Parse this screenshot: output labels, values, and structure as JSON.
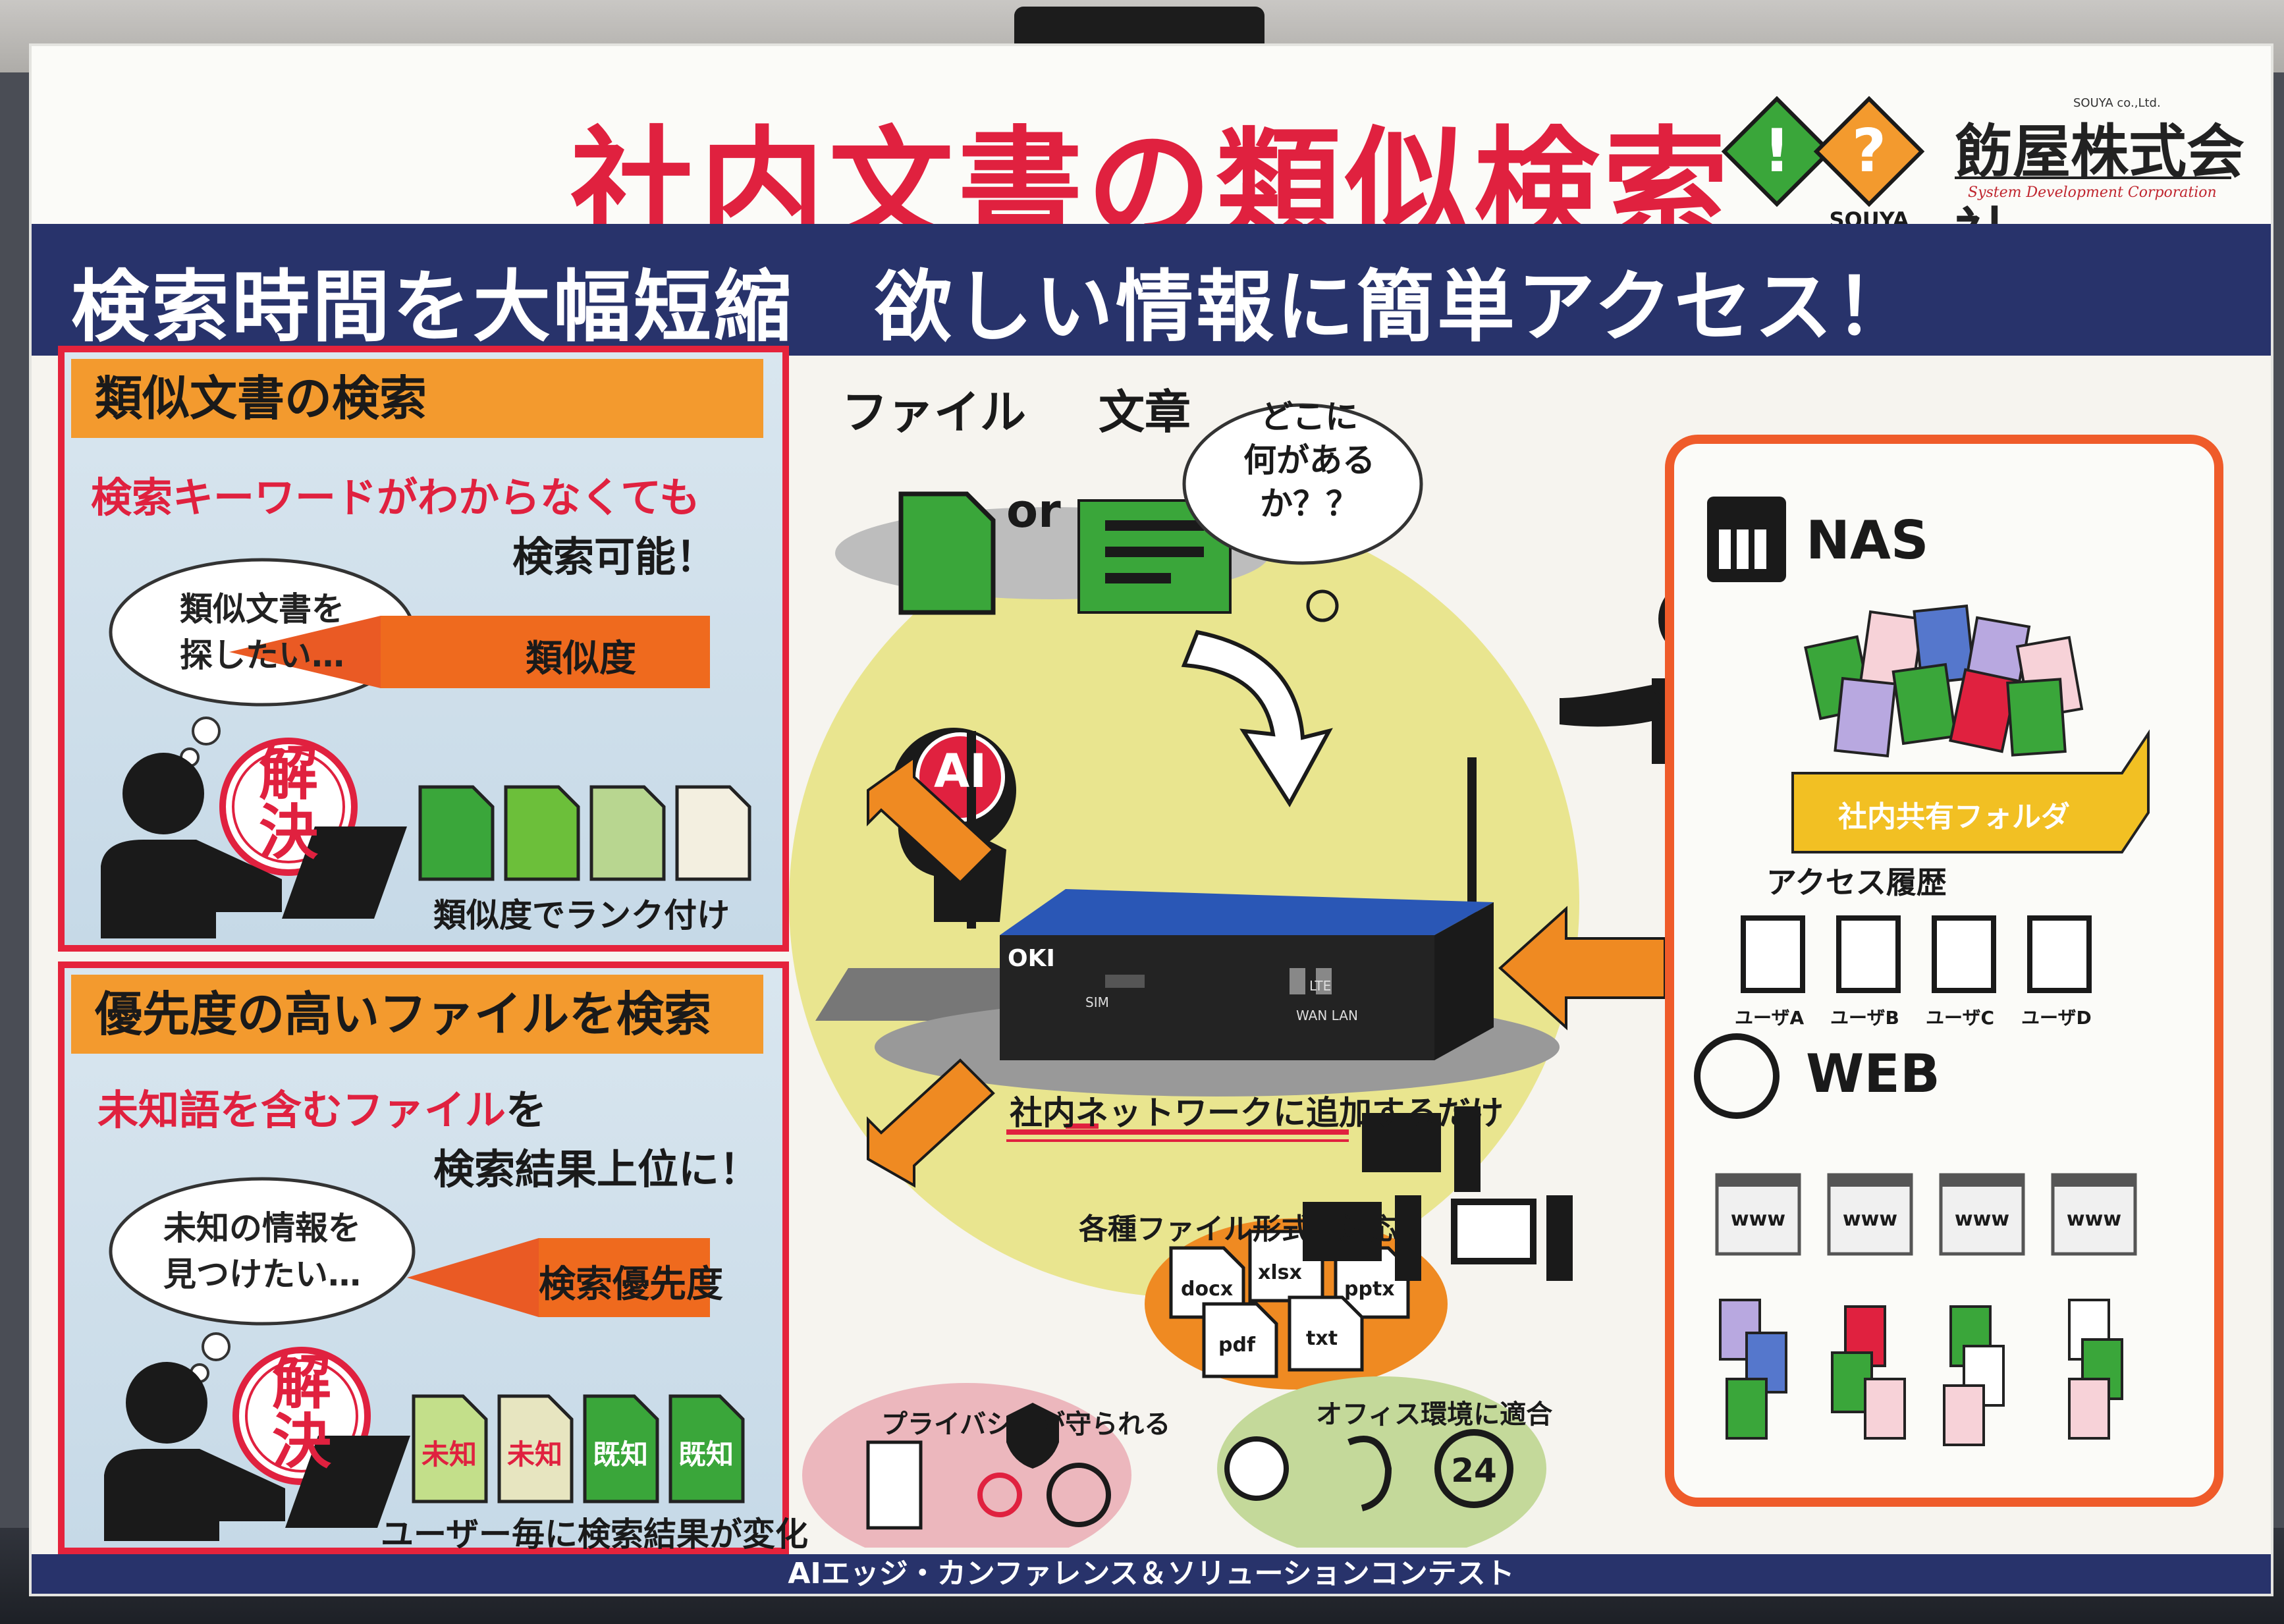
{
  "title": "社内文書の類似検索",
  "company": {
    "name": "飭屋株式会社",
    "en_small": "SOUYA co.,Ltd.",
    "sub": "System Development Corporation",
    "logo_text": "SOUYA",
    "logo_marks": [
      "!",
      "?"
    ],
    "colors": {
      "green": "#3aa63a",
      "orange": "#f39a2e"
    }
  },
  "banner": "検索時間を大幅短縮　欲しい情報に簡単アクセス！",
  "left_top": {
    "heading": "類似文書の検索",
    "red_line": "検索キーワードがわからなくても",
    "black_line": "検索可能！",
    "thought": [
      "類似文書を",
      "探したい…"
    ],
    "arrow_label": "類似度",
    "stamp": [
      "解",
      "決"
    ],
    "caption": "類似度でランク付け"
  },
  "left_bottom": {
    "heading": "優先度の高いファイルを検索",
    "red_part": "未知語を含むファイル",
    "red_suffix": "を",
    "black_line": "検索結果上位に！",
    "thought": [
      "未知の情報を",
      "見つけたい…"
    ],
    "arrow_label": "検索優先度",
    "stamp": [
      "解",
      "決"
    ],
    "docs": [
      "未知",
      "未知",
      "既知",
      "既知"
    ],
    "caption": "ユーザー毎に検索結果が変化"
  },
  "center": {
    "file_label": "ファイル",
    "text_label": "文章",
    "or": "or",
    "question": [
      "どこに",
      "何があるか？？"
    ],
    "ai_label": "AI",
    "device_brand": "OKI",
    "device_port_labels": [
      "SIM",
      "LTE",
      "WAN LAN"
    ],
    "network_label": "社内ネットワークに追加するだけ",
    "formats_heading": "各種ファイル形式に対応！",
    "formats": [
      "docx",
      "xlsx",
      "pptx",
      "pdf",
      "txt"
    ],
    "privacy_label": "プライバシーが守られる",
    "office_label": "オフィス環境に適合",
    "clock_label": "24"
  },
  "right": {
    "nas_label": "NAS",
    "folder_label": "社内共有フォルダ",
    "history_label": "アクセス履歴",
    "users": [
      "ユーザA",
      "ユーザB",
      "ユーザC",
      "ユーザD"
    ],
    "web_label": "WEB",
    "www": [
      "www",
      "www",
      "www",
      "www"
    ]
  },
  "footer": "AIエッジ・カンファレンス＆ソリューションコンテスト"
}
